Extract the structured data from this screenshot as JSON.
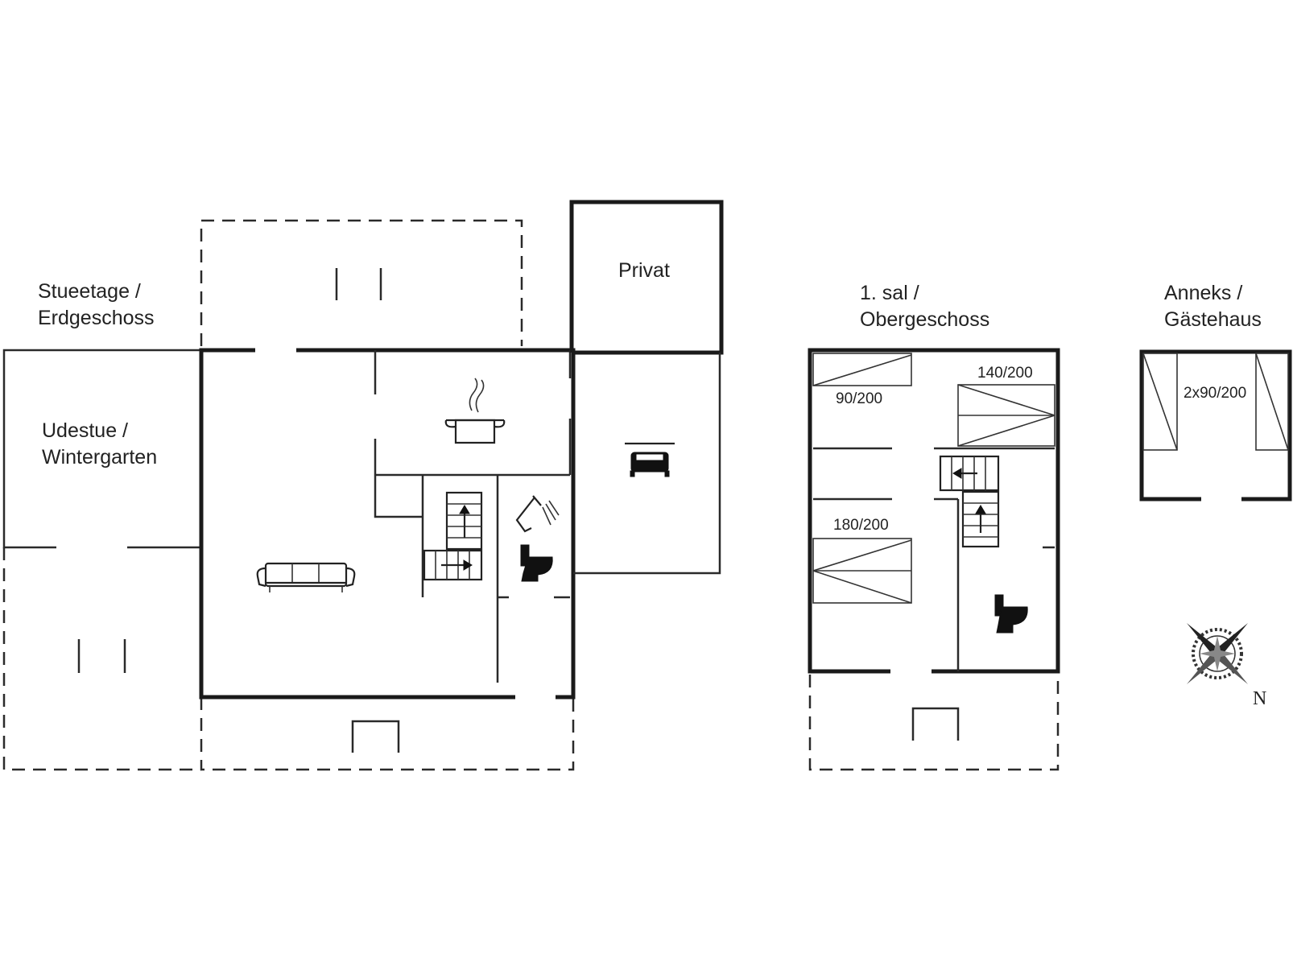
{
  "floors": {
    "ground": {
      "line1": "Stueetage /",
      "line2": "Erdgeschoss"
    },
    "first": {
      "line1": "1. sal /",
      "line2": "Obergeschoss"
    },
    "annex": {
      "line1": "Anneks /",
      "line2": "Gästehaus"
    }
  },
  "rooms": {
    "conservatory": {
      "line1": "Udestue /",
      "line2": "Wintergarten"
    },
    "private": "Privat"
  },
  "beds": {
    "first_floor_single": "90/200",
    "first_floor_double_small": "140/200",
    "first_floor_double_large": "180/200",
    "annex_twin": "2x90/200"
  },
  "compass": {
    "north_label": "N",
    "icon": "compass-rose-icon"
  },
  "icons": [
    "cooking-pot-icon",
    "sofa-icon",
    "bed-icon",
    "shower-icon",
    "toilet-icon",
    "stairs-icon",
    "compass-rose-icon"
  ]
}
